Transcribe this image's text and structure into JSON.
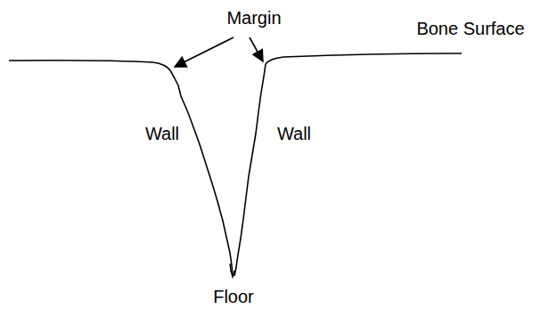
{
  "diagram": {
    "labels": [
      "Margin",
      "Bone Surface",
      "Wall",
      "Wall",
      "Floor"
    ]
  }
}
